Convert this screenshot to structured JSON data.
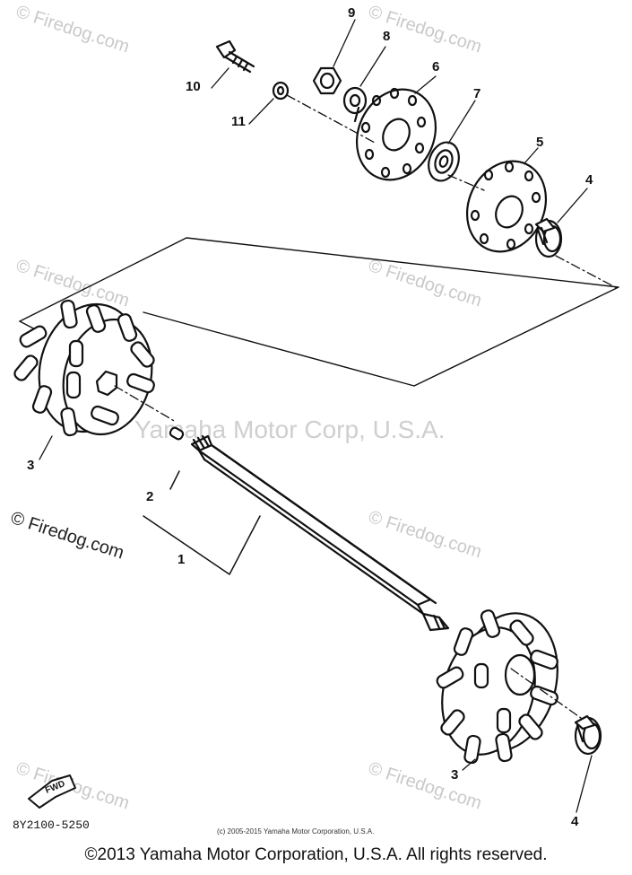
{
  "watermarks": {
    "firedog": "© Firedog.com",
    "center": "Yamaha Motor Corp, U.S.A."
  },
  "labels": {
    "l1": "1",
    "l2": "2",
    "l3a": "3",
    "l3b": "3",
    "l4a": "4",
    "l4b": "4",
    "l5": "5",
    "l6": "6",
    "l7": "7",
    "l8": "8",
    "l9": "9",
    "l10": "10",
    "l11": "11"
  },
  "fwd_badge": "FWD",
  "diagram_code": "8Y2100-5250",
  "small_copyright": "(c) 2005-2015 Yamaha Motor Corporation, U.S.A.",
  "footer": "©2013 Yamaha Motor Corporation, U.S.A. All rights reserved."
}
